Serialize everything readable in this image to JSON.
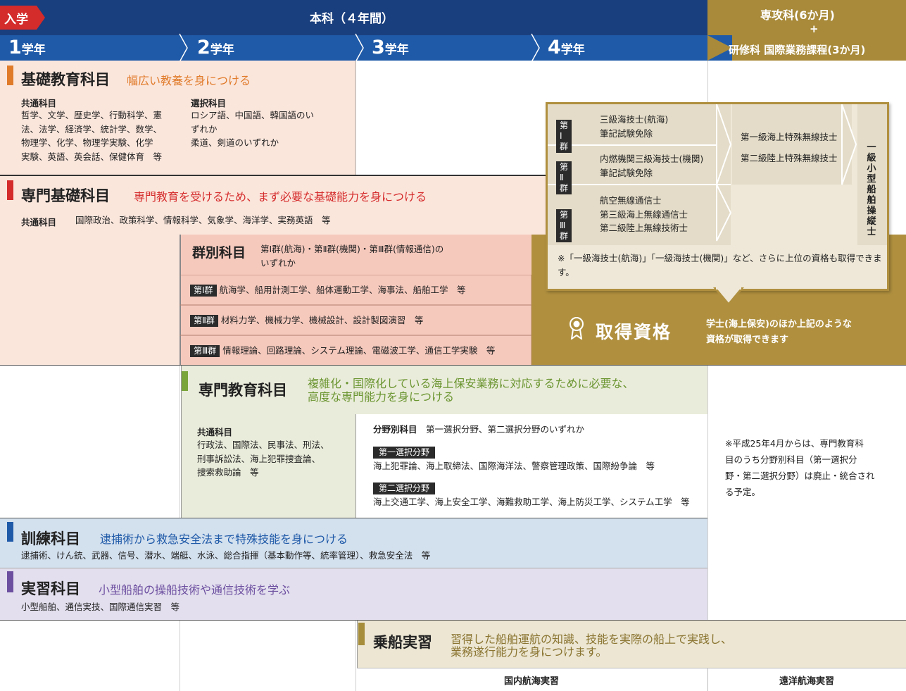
{
  "header": {
    "enroll": "入学",
    "main_title": "本科（４年間）",
    "side_title": "専攻科(6か月)",
    "plus": "+",
    "side_sub": "研修科 国際業務課程(3か月)",
    "years": [
      {
        "num": "1",
        "label": "学年"
      },
      {
        "num": "2",
        "label": "学年"
      },
      {
        "num": "3",
        "label": "学年"
      },
      {
        "num": "4",
        "label": "学年"
      }
    ]
  },
  "kiso": {
    "title": "基礎教育科目",
    "desc": "幅広い教養を身につける",
    "common_label": "共通科目",
    "common_lines": [
      "哲学、文学、歴史学、行動科学、憲",
      "法、法学、経済学、統計学、数学、",
      "物理学、化学、物理学実験、化学",
      "実験、英語、英会話、保健体育　等"
    ],
    "elective_label": "選択科目",
    "elective_lines": [
      "ロシア語、中国語、韓国語のい",
      "ずれか",
      "柔道、剣道のいずれか"
    ]
  },
  "senmon_kiso": {
    "title": "専門基礎科目",
    "desc": "専門教育を受けるため、まず必要な基礎能力を身につける",
    "common_label": "共通科目",
    "common_text": "国際政治、政策科学、情報科学、気象学、海洋学、実務英語　等"
  },
  "gunbetsu": {
    "title": "群別科目",
    "desc_lines": [
      "第Ⅰ群(航海)・第Ⅱ群(機関)・第Ⅲ群(情報通信)の",
      "いずれか"
    ],
    "rows": [
      {
        "tag": "第Ⅰ群",
        "text": "航海学、船用計測工学、船体運動工学、海事法、船舶工学　等"
      },
      {
        "tag": "第Ⅱ群",
        "text": "材料力学、機械力学、機械設計、設計製図演習　等"
      },
      {
        "tag": "第Ⅲ群",
        "text": "情報理論、回路理論、システム理論、電磁波工学、通信工学実験　等"
      }
    ]
  },
  "qualifications": {
    "groups": [
      {
        "tag": "第Ⅰ群",
        "lines": [
          "三級海技士(航海)",
          "筆記試験免除"
        ]
      },
      {
        "tag": "第Ⅱ群",
        "lines": [
          "内燃機関三級海技士(機関)",
          "筆記試験免除"
        ]
      },
      {
        "tag": "第Ⅲ群",
        "lines": [
          "航空無線通信士",
          "第三級海上無線通信士",
          "第二級陸上無線技術士"
        ]
      }
    ],
    "mid_lines": [
      "第一級海上特殊無線技士",
      "第二級陸上特殊無線技士"
    ],
    "vertical": "一級小型船舶操縦士",
    "note": "※「一級海技士(航海)」「一級海技士(機関)」など、さらに上位の資格も取得できます。",
    "badge_title": "取得資格",
    "badge_desc_lines": [
      "学士(海上保安)のほか上記のような",
      "資格が取得できます"
    ]
  },
  "senmon_kyoiku": {
    "title": "専門教育科目",
    "desc_lines": [
      "複雑化・国際化している海上保安業務に対応するために必要な、",
      "高度な専門能力を身につける"
    ],
    "common_label": "共通科目",
    "common_lines": [
      "行政法、国際法、民事法、刑法、",
      "刑事訴訟法、海上犯罪捜査論、",
      "捜索救助論　等"
    ],
    "field_label": "分野別科目",
    "field_desc": "第一選択分野、第二選択分野のいずれか",
    "field1_tag": "第一選択分野",
    "field1_text": "海上犯罪論、海上取締法、国際海洋法、警察管理政策、国際紛争論　等",
    "field2_tag": "第二選択分野",
    "field2_text": "海上交通工学、海上安全工学、海難救助工学、海上防災工学、システム工学　等",
    "side_note_lines": [
      "※平成25年4月からは、専門教育科",
      "目のうち分野別科目（第一選択分",
      "野・第二選択分野）は廃止・統合され",
      "る予定。"
    ]
  },
  "kunren": {
    "title": "訓練科目",
    "desc": "逮捕術から救急安全法まで特殊技能を身につける",
    "text": "逮捕術、けん銃、武器、信号、潜水、端艇、水泳、総合指揮（基本動作等、統率管理）、救急安全法　等"
  },
  "jisshu": {
    "title": "実習科目",
    "desc": "小型船舶の操船技術や通信技術を学ぶ",
    "text": "小型船舶、通信実技、国際通信実習　等"
  },
  "josen": {
    "title": "乗船実習",
    "desc_lines": [
      "習得した船舶運航の知識、技能を実際の船上で実践し、",
      "業務遂行能力を身につけます。"
    ],
    "domestic": "国内航海実習",
    "ocean": "遠洋航海実習"
  },
  "colors": {
    "navy": "#1a3f7e",
    "gold": "#a88a3a",
    "orange_bar": "#e07b2a",
    "red_bar": "#d42b2b",
    "green_bar": "#7aa53a",
    "blue_bar": "#1f5aa8",
    "purple_bar": "#6d4fa0",
    "olive_bar": "#a68d3b"
  }
}
